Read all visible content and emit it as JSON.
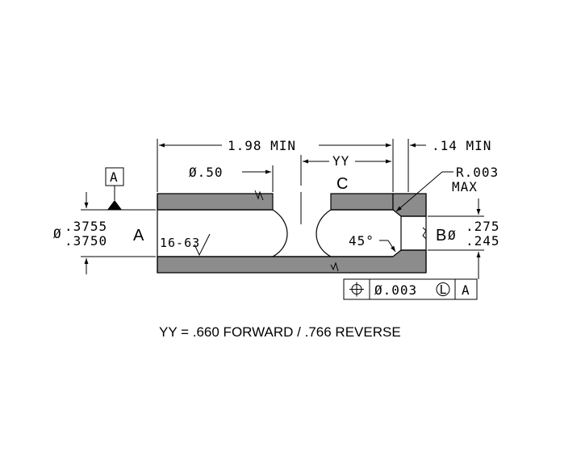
{
  "colors": {
    "part_fill": "#8c8c8c",
    "line": "#000000",
    "background": "#ffffff"
  },
  "dimensions": {
    "overall_length": "1.98 MIN",
    "chamfer_length": ".14 MIN",
    "yy": "YY",
    "bore_diameter": "Ø.50",
    "radius": "R.003",
    "radius_qualifier": "MAX",
    "datum_c": "C",
    "finish": "16-63",
    "angle": "45°",
    "left_dia_prefix": "Ø",
    "left_dia_upper": ".3755",
    "left_dia_lower": ".3750",
    "right_dia_prefix": "Ø",
    "right_dia_upper": ".275",
    "right_dia_lower": ".245"
  },
  "datums": {
    "a_box": "A",
    "a_label": "A",
    "b_label": "B"
  },
  "feature_control_frame": {
    "symbol": "position-icon",
    "tolerance": "Ø.003",
    "modifier": "L",
    "datum": "A"
  },
  "note": "YY =  .660 FORWARD  /  .766 REVERSE"
}
